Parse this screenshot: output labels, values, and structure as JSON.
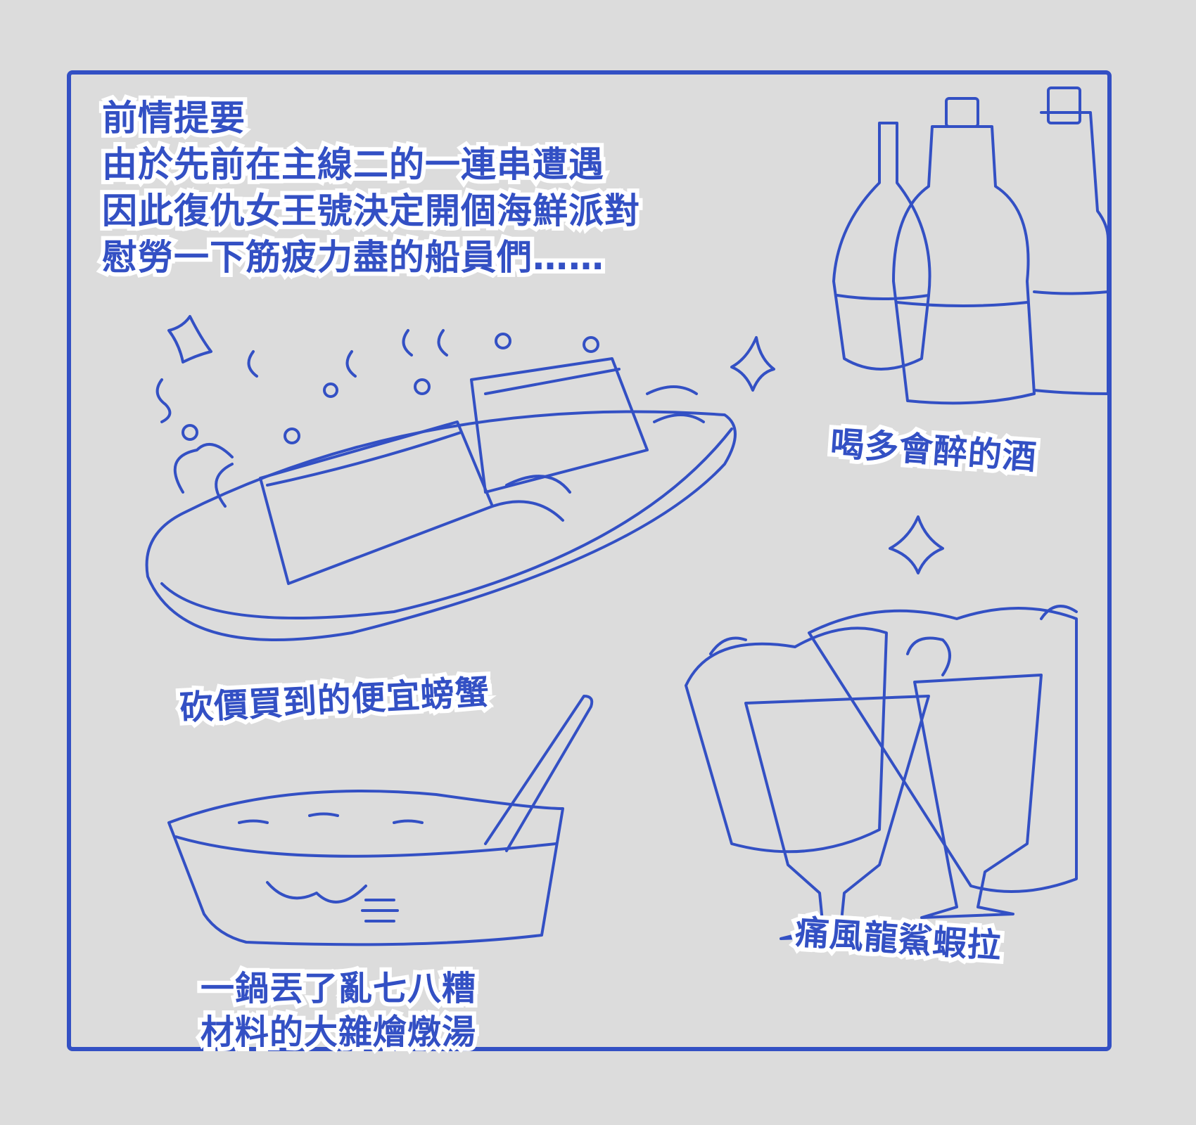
{
  "intro": {
    "lines": [
      "前情提要",
      "由於先前在主線二的一連串遭遇",
      "因此復仇女王號決定開個海鮮派對",
      "慰勞一下筋疲力盡的船員們……"
    ]
  },
  "captions": {
    "crab": "砍價買到的便宜螃蟹",
    "wine": "喝多會醉的酒",
    "stew_line1": "一鍋丟了亂七八糟",
    "stew_line2": "材料的大雜燴燉湯",
    "salad": "痛風龍鯊蝦拉"
  },
  "colors": {
    "ink": "#3350c4",
    "background": "#dcdcdc",
    "outline": "#ffffff"
  }
}
